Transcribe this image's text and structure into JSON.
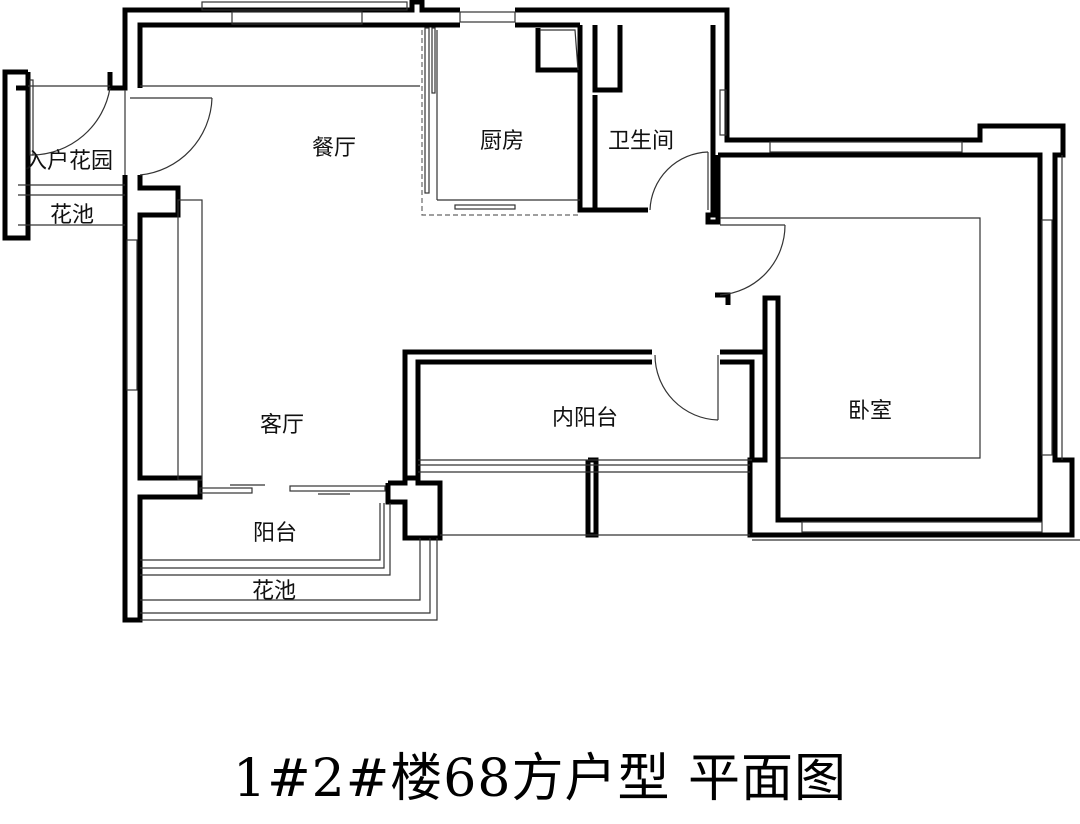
{
  "title": "1#2#楼68方户型  平面图",
  "rooms": {
    "entry_garden": "入户花园",
    "planter_left": "花池",
    "dining": "餐厅",
    "kitchen": "厨房",
    "bathroom": "卫生间",
    "bedroom": "卧室",
    "living": "客厅",
    "inner_balcony": "内阳台",
    "balcony": "阳台",
    "planter_bottom": "花池"
  },
  "colors": {
    "wall": "#000000",
    "line": "#333333",
    "background": "#ffffff"
  }
}
